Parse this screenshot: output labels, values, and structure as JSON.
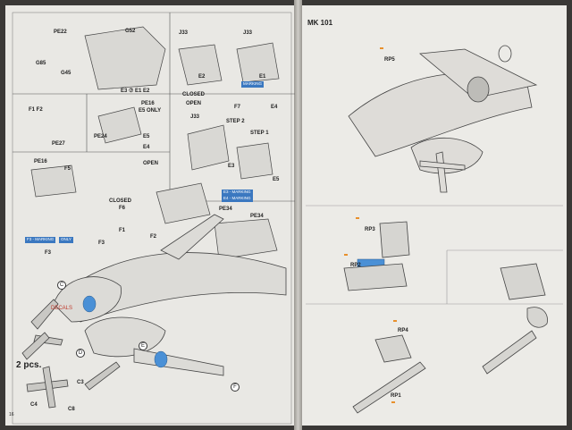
{
  "left_page": {
    "page_number": "16",
    "labels": {
      "pe22": "PE22",
      "g52": "G52",
      "g85": "G85",
      "g45": "G45",
      "j33a": "J33",
      "j33b": "J33",
      "e2": "E2",
      "e1": "E1",
      "marking_b": "MARKING",
      "e3_7_e1_e2": "E3 ⑦ E1 E2",
      "f1f2": "F1 F2",
      "pe27": "PE27",
      "pe16_top": "PE16",
      "e5only": "E5 ONLY",
      "pe24": "PE24",
      "e5": "E5",
      "e4_small": "E4",
      "closed_top": "CLOSED",
      "open_top": "OPEN",
      "j33c": "J33",
      "f7": "F7",
      "step2": "STEP 2",
      "step1": "STEP 1",
      "e4": "E4",
      "e3": "E3",
      "e5b": "E5",
      "pe16": "PE16",
      "f5": "F5",
      "open": "OPEN",
      "closed": "CLOSED",
      "f6": "F6",
      "e3_marking": "E3 - MARKING",
      "e4_marking": "E4 - MARKING",
      "pe34a": "PE34",
      "pe34b": "PE34",
      "f1": "F1",
      "f2": "F2",
      "f3": "F3",
      "f3_marking": "F3 - MARKING",
      "only": "ONLY",
      "f3b": "F3",
      "c": "C",
      "d": "D",
      "decals": "DECALS",
      "e": "E",
      "f": "F",
      "two_pcs": "2 pcs.",
      "c3": "C3",
      "c4": "C4",
      "c8": "C8"
    }
  },
  "right_page": {
    "title": "MK 101",
    "labels": {
      "rp5": "RP5",
      "rp3": "RP3",
      "rp2": "RP2",
      "rp4": "RP4",
      "rp1": "RP1"
    }
  }
}
